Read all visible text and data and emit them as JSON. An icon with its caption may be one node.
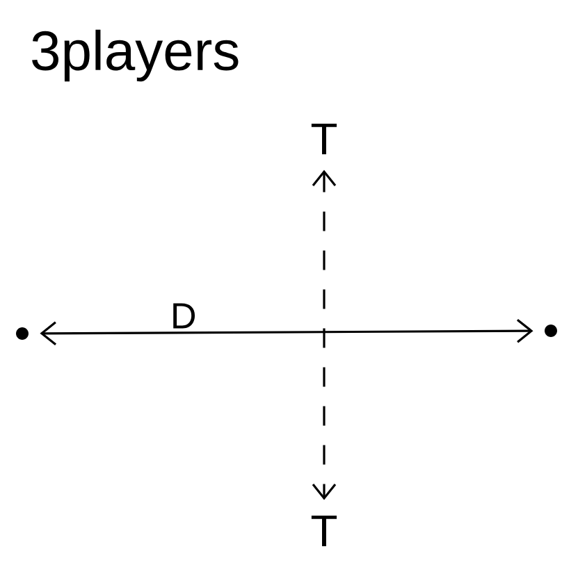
{
  "diagram": {
    "title": "3players",
    "nodes": [
      {
        "text": [
          "T"
        ]
      },
      {
        "text": [],
        "shape": "circle"
      },
      {
        "text": [],
        "shape": "circle"
      },
      {
        "text": [
          "T"
        ]
      }
    ],
    "edges": [
      {
        "from": 1,
        "to": 2,
        "arrow": "both",
        "label": "D"
      },
      {
        "from": 0,
        "to": 3,
        "arrow": "both",
        "style": "dashed"
      }
    ]
  }
}
